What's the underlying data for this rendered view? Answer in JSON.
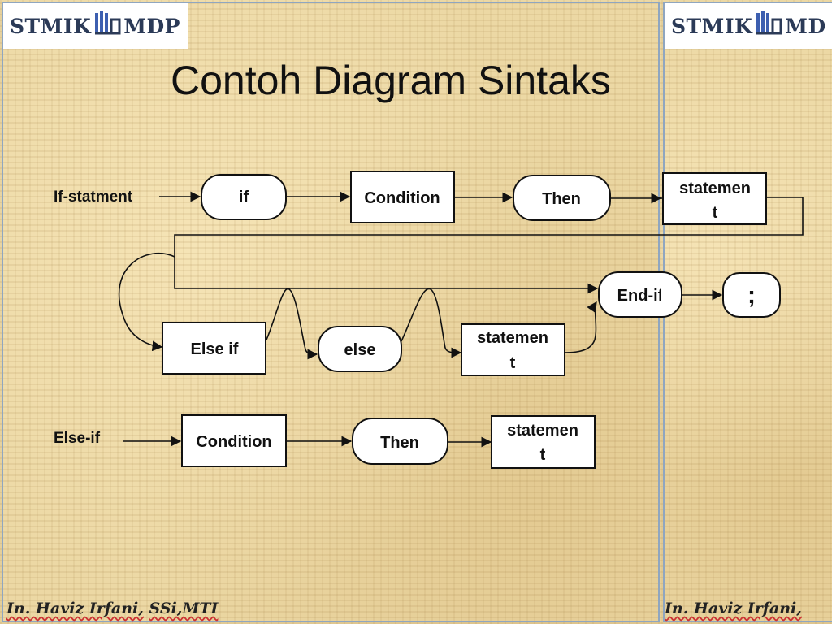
{
  "logo": {
    "left": "STMIK",
    "right": "MDP"
  },
  "logo_edge": {
    "left": "STMIK",
    "right": "MD"
  },
  "title": "Contoh Diagram Sintaks",
  "footer": {
    "name": "In. Haviz Irfani,",
    "degree": "SSi,MTI"
  },
  "footer_edge": {
    "name": "In. Haviz Irfani,"
  },
  "diagram": {
    "labels": {
      "if_statment": "If-statment",
      "else_if": "Else-if"
    },
    "nodes": {
      "if": "if",
      "condition1": "Condition",
      "then1": "Then",
      "statement1_a": "statemen",
      "statement1_b": "t",
      "end_if": "End-if",
      "semicolon": ";",
      "else_if_box": "Else if",
      "else": "else",
      "statement2_a": "statemen",
      "statement2_b": "t",
      "condition2": "Condition",
      "then2": "Then",
      "statement3_a": "statemen",
      "statement3_b": "t"
    }
  }
}
